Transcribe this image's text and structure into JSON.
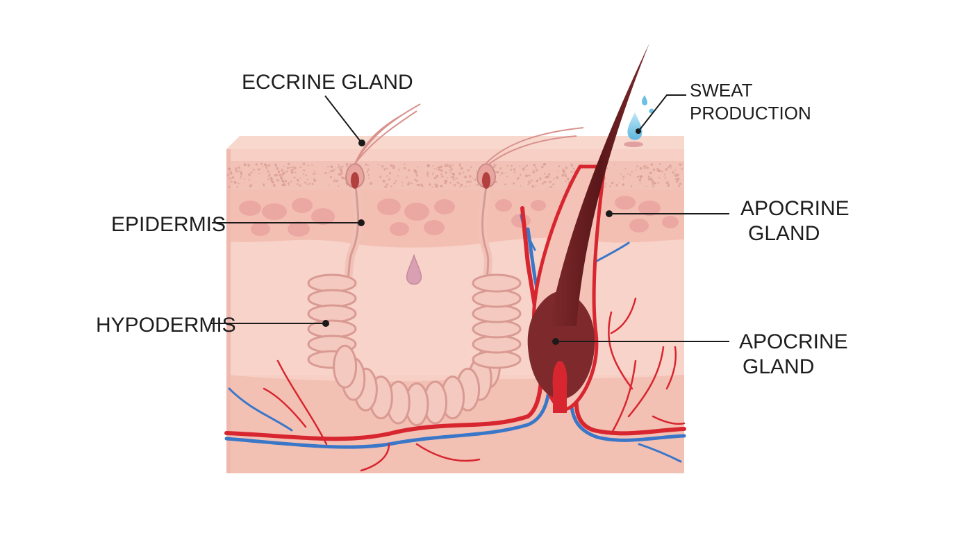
{
  "labels": {
    "eccrine_gland": "ECCRINE GLAND",
    "sweat_production_line1": "SWEAT",
    "sweat_production_line2": "PRODUCTION",
    "epidermis": "EPIDERMIS",
    "hypodermis": "HYPODERMIS",
    "apocrine_gland_upper_line1": "APOCRINE",
    "apocrine_gland_upper_line2": "GLAND",
    "apocrine_gland_lower_line1": "APOCRINE",
    "apocrine_gland_lower_line2": "GLAND"
  },
  "colors": {
    "skin_surface": "#f6cfc4",
    "epidermis": "#f3c4b8",
    "dermis": "#f7d0c6",
    "hypodermis": "#f2c3b7",
    "fat_cells": "#e9a3a0",
    "artery": "#d7262f",
    "vein": "#3a77c8",
    "hair": "#6b1f22",
    "sweat_drop": "#8fd0ea"
  }
}
